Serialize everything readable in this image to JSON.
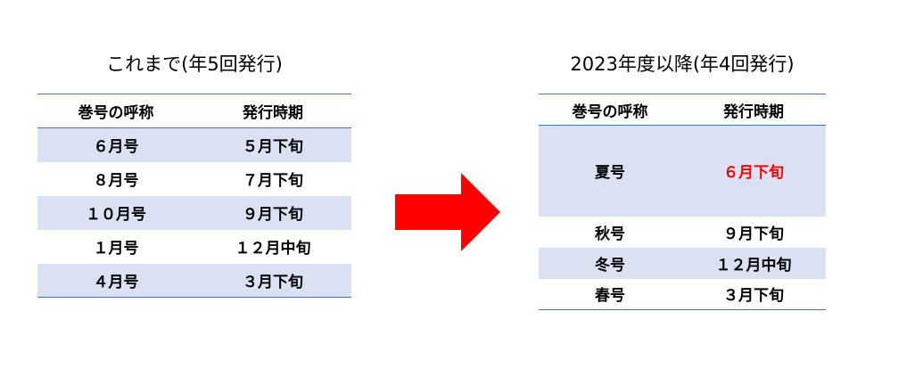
{
  "left": {
    "title": "これまで(年5回発行)",
    "headers": [
      "巻号の呼称",
      "発行時期"
    ],
    "rows": [
      {
        "issue": "６月号",
        "period": "５月下旬"
      },
      {
        "issue": "８月号",
        "period": "７月下旬"
      },
      {
        "issue": "１０月号",
        "period": "９月下旬"
      },
      {
        "issue": "１月号",
        "period": "１２月中旬"
      },
      {
        "issue": "４月号",
        "period": "３月下旬"
      }
    ]
  },
  "right": {
    "title": "2023年度以降(年4回発行)",
    "headers": [
      "巻号の呼称",
      "発行時期"
    ],
    "rows": [
      {
        "issue": "夏号",
        "period": "６月下旬"
      },
      {
        "issue": "秋号",
        "period": "９月下旬"
      },
      {
        "issue": "冬号",
        "period": "１２月中旬"
      },
      {
        "issue": "春号",
        "period": "３月下旬"
      }
    ]
  },
  "colors": {
    "header_rule": "#4472c4",
    "row_shade": "#d9e1f2",
    "arrow": "#ff0000",
    "highlight_text": "#ff0000"
  },
  "arrow_icon": "right-arrow-icon"
}
